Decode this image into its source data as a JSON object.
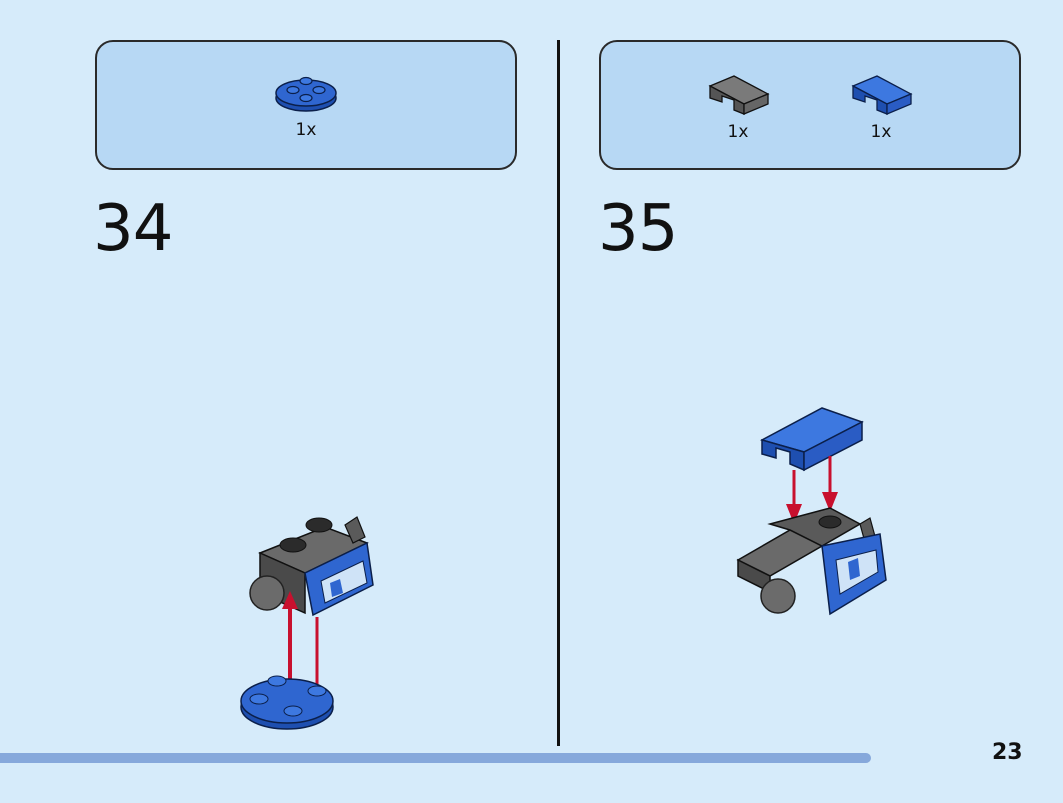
{
  "steps": [
    {
      "number": "34",
      "parts": [
        {
          "icon": "blue-round-plate-2x2-icon",
          "qty": "1x"
        }
      ]
    },
    {
      "number": "35",
      "parts": [
        {
          "icon": "gray-slope-brick-icon",
          "qty": "1x"
        },
        {
          "icon": "blue-slope-brick-icon",
          "qty": "1x"
        }
      ]
    }
  ],
  "page_number": "23",
  "progress": 0.905,
  "colors": {
    "background": "#d6ebfa",
    "parts_box": "#b7d8f4",
    "brick_blue": "#2f66d0",
    "brick_gray": "#5a5a5a",
    "arrow_red": "#c8102e",
    "progress": "#86a8db"
  }
}
